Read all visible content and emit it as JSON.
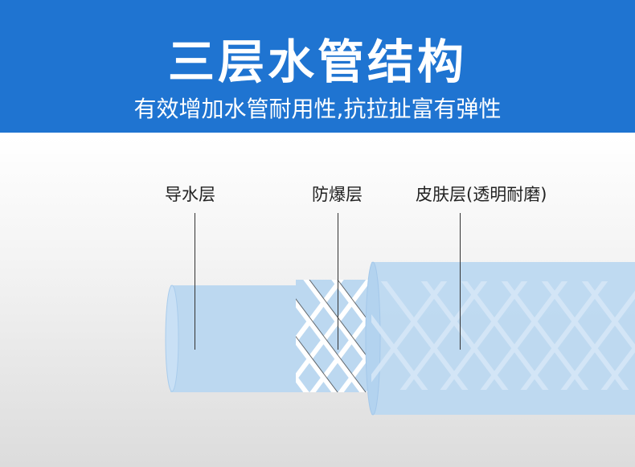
{
  "header": {
    "title": "三层水管结构",
    "subtitle": "有效增加水管耐用性,抗拉扯富有弹性"
  },
  "labels": {
    "inner": "导水层",
    "middle": "防爆层",
    "outer": "皮肤层(透明耐磨)"
  },
  "colors": {
    "header": "#1f74d1",
    "tube": "#bcd8f0"
  }
}
